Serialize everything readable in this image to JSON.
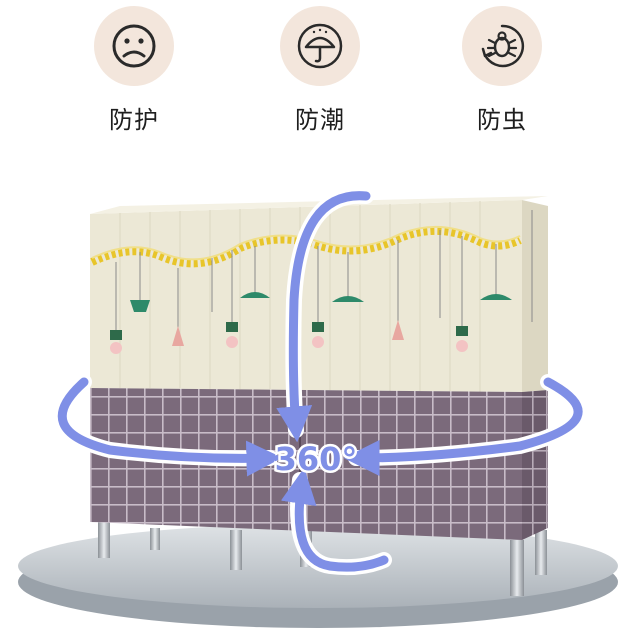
{
  "features": [
    {
      "label": "防护",
      "icon": "sad-face-icon"
    },
    {
      "label": "防潮",
      "icon": "umbrella-rain-icon"
    },
    {
      "label": "防虫",
      "icon": "no-bug-icon"
    }
  ],
  "badge": {
    "text": "360°"
  },
  "colors": {
    "icon_circle": "#f3e6dc",
    "cover_top": "#ece8d6",
    "cover_bottom": "#7a6a7a",
    "arrow": "#7f8fe6",
    "base": "#c9ced3"
  }
}
